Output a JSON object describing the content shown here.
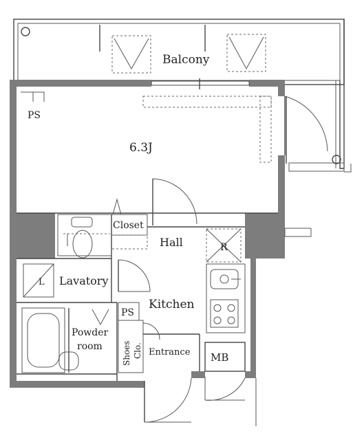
{
  "rooms": {
    "balcony": "Balcony",
    "ps_top": "PS",
    "main_room": "6.3J",
    "closet": "Closet",
    "hall": "Hall",
    "refrigerator": "R",
    "lavatory": "Lavatory",
    "laundry": "L",
    "ps_kitchen": "PS",
    "kitchen": "Kitchen",
    "powder_room_line1": "Powder",
    "powder_room_line2": "room",
    "shoes_closet_line1": "Shoes",
    "shoes_closet_line2": "Clo.",
    "entrance": "Entrance",
    "meter_box": "MB"
  }
}
